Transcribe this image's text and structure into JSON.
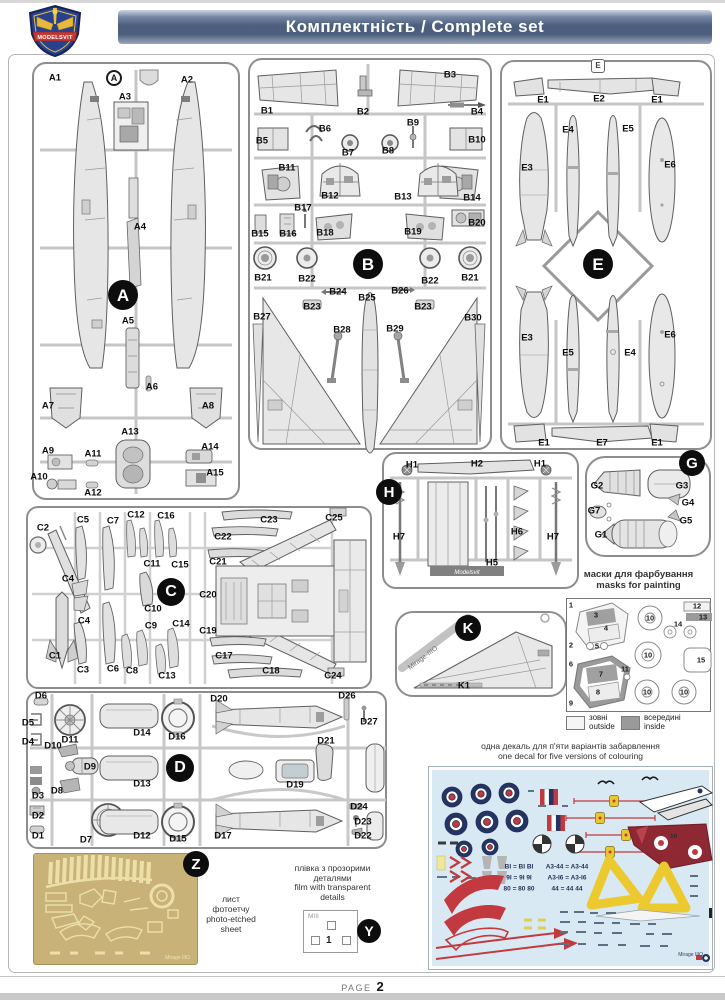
{
  "header": {
    "title": "Комплектність / Complete set",
    "logo_text": "MODELSVIT"
  },
  "sprues": {
    "A": {
      "letter": "A",
      "labels": [
        "A1",
        "A2",
        "A3",
        "A4",
        "A5",
        "A6",
        "A7",
        "A8",
        "A9",
        "A10",
        "A11",
        "A12",
        "A13",
        "A14",
        "A15"
      ]
    },
    "B": {
      "letter": "B",
      "labels": [
        "B1",
        "B2",
        "B3",
        "B4",
        "B5",
        "B6",
        "B7",
        "B8",
        "B9",
        "B10",
        "B11",
        "B12",
        "B13",
        "B14",
        "B15",
        "B16",
        "B17",
        "B18",
        "B19",
        "B20",
        "B21",
        "B22",
        "B22",
        "B21",
        "B24",
        "B25",
        "B26",
        "B23",
        "B23",
        "B27",
        "B28",
        "B29",
        "B30"
      ]
    },
    "C": {
      "letter": "C",
      "labels": [
        "C2",
        "C5",
        "C7",
        "C12",
        "C16",
        "C4",
        "C11",
        "C15",
        "C4",
        "C10",
        "C9",
        "C14",
        "C1",
        "C3",
        "C6",
        "C8",
        "C13",
        "C23",
        "C25",
        "C22",
        "C21",
        "C20",
        "C19",
        "C17",
        "C18",
        "C24"
      ]
    },
    "D": {
      "letter": "D",
      "labels": [
        "D6",
        "D5",
        "D4",
        "D11",
        "D10",
        "D9",
        "D8",
        "D3",
        "D2",
        "D1",
        "D7",
        "D14",
        "D16",
        "D13",
        "D12",
        "D15",
        "D20",
        "D26",
        "D27",
        "D21",
        "D19",
        "D24",
        "D23",
        "D22",
        "D17"
      ]
    },
    "E": {
      "letter": "E",
      "labels": [
        "E1",
        "E2",
        "E1",
        "E4",
        "E5",
        "E3",
        "E6",
        "E3",
        "E5",
        "E4",
        "E6",
        "E1",
        "E7",
        "E1"
      ]
    },
    "G": {
      "letter": "G",
      "labels": [
        "G2",
        "G3",
        "G4",
        "G7",
        "G5",
        "G1"
      ]
    },
    "H": {
      "letter": "H",
      "labels": [
        "H1",
        "H2",
        "H1",
        "H7",
        "H6",
        "H7",
        "H5"
      ],
      "brand_text": "Modelsvit"
    },
    "K": {
      "letter": "K",
      "labels": [
        "K1"
      ],
      "brand_text": "Mirage-IIIO"
    }
  },
  "masks": {
    "title_uk": "маски для фарбування",
    "title_en": "masks for painting",
    "numbers": [
      "1",
      "3",
      "4",
      "2",
      "5",
      "10",
      "12",
      "13",
      "14",
      "10",
      "15",
      "6",
      "11",
      "7",
      "8",
      "9",
      "10",
      "10"
    ],
    "legend": {
      "outside_uk": "зовні",
      "outside_en": "outside",
      "inside_uk": "всередині",
      "inside_en": "inside"
    }
  },
  "photo_etch": {
    "letter": "Z",
    "caption_uk1": "лист",
    "caption_uk2": "фотоетчу",
    "caption_en1": "photo-etched",
    "caption_en2": "sheet",
    "sheet_label": "Mirage IIIO"
  },
  "film": {
    "letter": "Y",
    "caption_uk1": "плівка з прозорими",
    "caption_uk2": "деталями",
    "caption_en1": "film with transparent",
    "caption_en2": "details",
    "box_text": "MIII",
    "box_number": "1"
  },
  "decal": {
    "caption_uk": "одна декаль для п'яти варіантів забарвлення",
    "caption_en": "one decal for five versions of colouring",
    "codes": [
      "BI = BI BI",
      "9I = 9I 9I",
      "80 = 80 80",
      "A3-44 = A3-44",
      "A3-I6 = A3-I6",
      "44 = 44 44"
    ],
    "number_16": "16",
    "sheet_label": "Mirage IIIO"
  },
  "footer": {
    "page_label": "PAGE",
    "page_number": "2"
  }
}
